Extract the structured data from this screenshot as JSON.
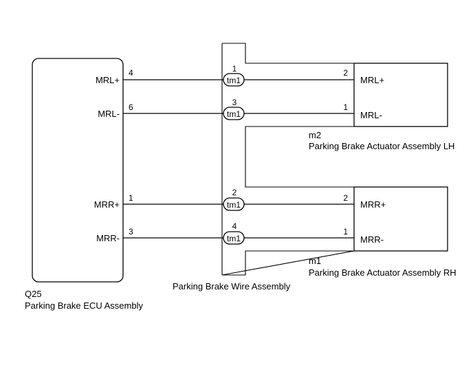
{
  "ecu": {
    "code": "Q25",
    "name": "Parking Brake ECU Assembly",
    "pins": [
      {
        "label": "MRL+",
        "number": "4"
      },
      {
        "label": "MRL-",
        "number": "6"
      },
      {
        "label": "MRR+",
        "number": "1"
      },
      {
        "label": "MRR-",
        "number": "3"
      }
    ]
  },
  "wire_assembly": {
    "name": "Parking Brake Wire Assembly",
    "connectors": [
      {
        "tag": "tm1",
        "number": "1"
      },
      {
        "tag": "tm1",
        "number": "3"
      },
      {
        "tag": "tm1",
        "number": "2"
      },
      {
        "tag": "tm1",
        "number": "4"
      }
    ]
  },
  "actuator_lh": {
    "code": "m2",
    "name": "Parking Brake Actuator Assembly LH",
    "pins": [
      {
        "label": "MRL+",
        "number": "2"
      },
      {
        "label": "MRL-",
        "number": "1"
      }
    ]
  },
  "actuator_rh": {
    "code": "m1",
    "name": "Parking Brake Actuator Assembly RH",
    "pins": [
      {
        "label": "MRR+",
        "number": "2"
      },
      {
        "label": "MRR-",
        "number": "1"
      }
    ]
  }
}
